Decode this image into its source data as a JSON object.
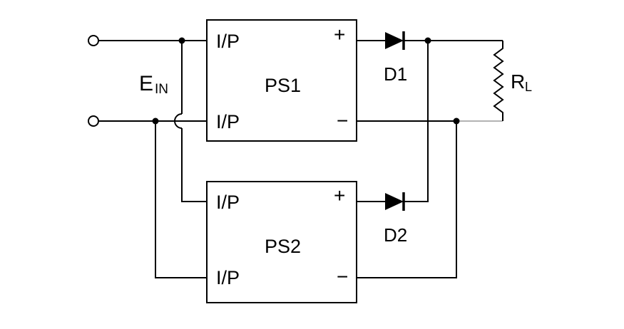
{
  "colors": {
    "wire": "#000000",
    "faint_wire": "#b3b3b3",
    "background": "#ffffff",
    "text": "#000000"
  },
  "labels": {
    "ein_main": "E",
    "ein_sub": "IN",
    "d1": "D1",
    "d2": "D2",
    "rl_main": "R",
    "rl_sub": "L"
  },
  "ps1": {
    "name": "PS1",
    "in_top": "I/P",
    "in_bottom": "I/P",
    "plus": "+",
    "minus": "−"
  },
  "ps2": {
    "name": "PS2",
    "in_top": "I/P",
    "in_bottom": "I/P",
    "plus": "+",
    "minus": "−"
  }
}
